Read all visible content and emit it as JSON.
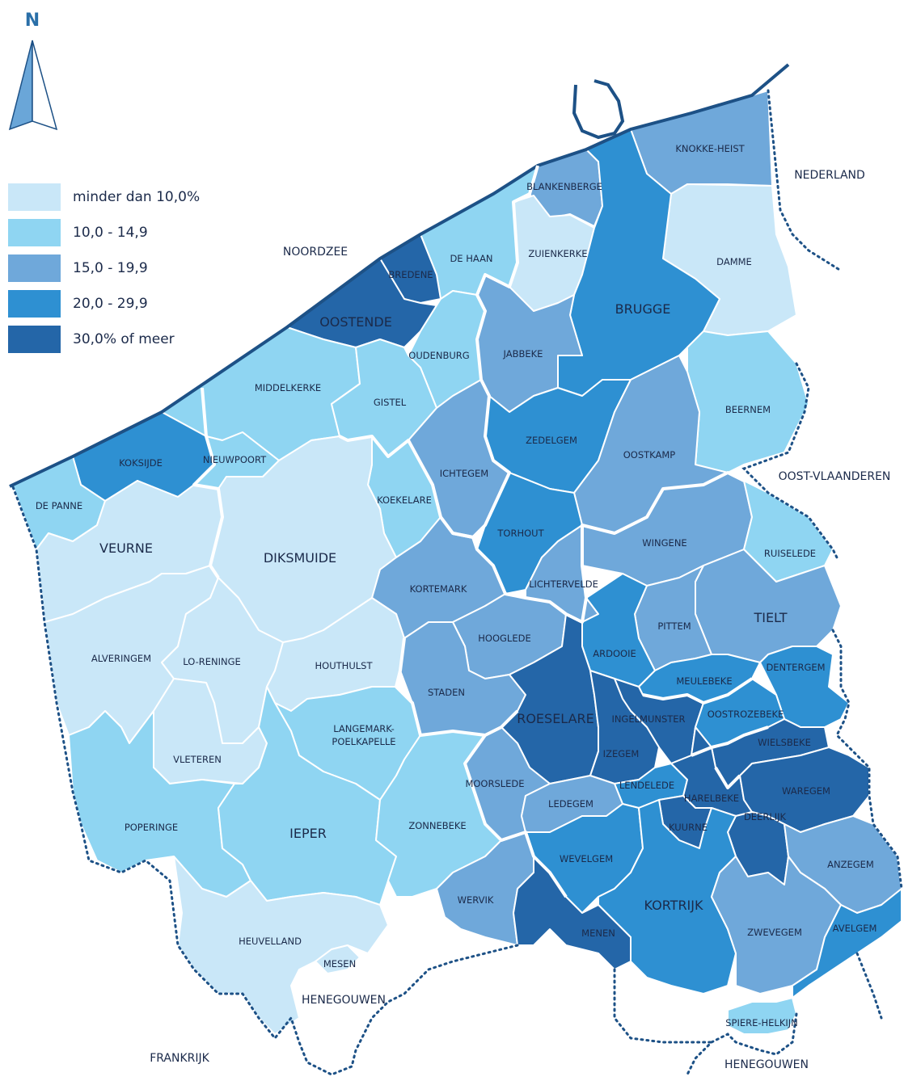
{
  "colors": {
    "c1": "#c9e7f8",
    "c2": "#8fd5f2",
    "c3": "#6fa8da",
    "c4": "#2e90d2",
    "c5": "#2466a8",
    "border": "#1d5186"
  },
  "north_label": "N",
  "legend": [
    {
      "label": "minder dan 10,0%",
      "color": "#c9e7f8"
    },
    {
      "label": "10,0 - 14,9",
      "color": "#8fd5f2"
    },
    {
      "label": "15,0 - 19,9",
      "color": "#6fa8da"
    },
    {
      "label": "20,0 - 29,9",
      "color": "#2e90d2"
    },
    {
      "label": "30,0% of meer",
      "color": "#2466a8"
    }
  ],
  "regions": {
    "noordzee": "NOORDZEE",
    "nederland": "NEDERLAND",
    "oost_vlaanderen": "OOST-VLAANDEREN",
    "henegouwen_west": "HENEGOUWEN",
    "henegouwen_east": "HENEGOUWEN",
    "frankrijk": "FRANKRIJK"
  },
  "municipalities": {
    "knokke_heist": {
      "name": "KNOKKE-HEIST",
      "class": 3
    },
    "blankenberge": {
      "name": "BLANKENBERGE",
      "class": 3
    },
    "zuienkerke": {
      "name": "ZUIENKERKE",
      "class": 1
    },
    "damme": {
      "name": "DAMME",
      "class": 1
    },
    "brugge": {
      "name": "BRUGGE",
      "class": 4
    },
    "de_haan": {
      "name": "DE HAAN",
      "class": 2
    },
    "bredene": {
      "name": "BREDENE",
      "class": 5
    },
    "oostende": {
      "name": "OOSTENDE",
      "class": 5
    },
    "oudenburg": {
      "name": "OUDENBURG",
      "class": 2
    },
    "jabbeke": {
      "name": "JABBEKE",
      "class": 3
    },
    "beernem": {
      "name": "BEERNEM",
      "class": 2
    },
    "middelkerke": {
      "name": "MIDDELKERKE",
      "class": 2
    },
    "gistel": {
      "name": "GISTEL",
      "class": 2
    },
    "zedelgem": {
      "name": "ZEDELGEM",
      "class": 4
    },
    "oostkamp": {
      "name": "OOSTKAMP",
      "class": 3
    },
    "koksijde": {
      "name": "KOKSIJDE",
      "class": 4
    },
    "nieuwpoort": {
      "name": "NIEUWPOORT",
      "class": 2
    },
    "ichtegem": {
      "name": "ICHTEGEM",
      "class": 3
    },
    "de_panne": {
      "name": "DE PANNE",
      "class": 2
    },
    "koekelare": {
      "name": "KOEKELARE",
      "class": 2
    },
    "torhout": {
      "name": "TORHOUT",
      "class": 4
    },
    "wingene": {
      "name": "WINGENE",
      "class": 3
    },
    "ruiselede": {
      "name": "RUISELEDE",
      "class": 2
    },
    "veurne": {
      "name": "VEURNE",
      "class": 1
    },
    "diksmuide": {
      "name": "DIKSMUIDE",
      "class": 1
    },
    "kortemark": {
      "name": "KORTEMARK",
      "class": 3
    },
    "lichtervelde": {
      "name": "LICHTERVELDE",
      "class": 3
    },
    "tielt": {
      "name": "TIELT",
      "class": 3
    },
    "pittem": {
      "name": "PITTEM",
      "class": 3
    },
    "alveringem": {
      "name": "ALVERINGEM",
      "class": 1
    },
    "lo_reninge": {
      "name": "LO-RENINGE",
      "class": 1
    },
    "houthulst": {
      "name": "HOUTHULST",
      "class": 1
    },
    "hooglede": {
      "name": "HOOGLEDE",
      "class": 3
    },
    "ardooie": {
      "name": "ARDOOIE",
      "class": 4
    },
    "meulebeke": {
      "name": "MEULEBEKE",
      "class": 4
    },
    "dentergem": {
      "name": "DENTERGEM",
      "class": 4
    },
    "staden": {
      "name": "STADEN",
      "class": 3
    },
    "roeselare": {
      "name": "ROESELARE",
      "class": 5
    },
    "ingelmunster": {
      "name": "INGELMUNSTER",
      "class": 5
    },
    "oostrozebeke": {
      "name": "OOSTROZEBEKE",
      "class": 4
    },
    "langemark": {
      "name": "LANGEMARK-\nPOELKAPELLE",
      "class": 2
    },
    "vleteren": {
      "name": "VLETEREN",
      "class": 1
    },
    "izegem": {
      "name": "IZEGEM",
      "class": 5
    },
    "wielsbeke": {
      "name": "WIELSBEKE",
      "class": 5
    },
    "moorslede": {
      "name": "MOORSLEDE",
      "class": 3
    },
    "lendelede": {
      "name": "LENDELEDE",
      "class": 4
    },
    "harelbeke": {
      "name": "HARELBEKE",
      "class": 5
    },
    "waregem": {
      "name": "WAREGEM",
      "class": 5
    },
    "ledegem": {
      "name": "LEDEGEM",
      "class": 3
    },
    "kuurne": {
      "name": "KUURNE",
      "class": 5
    },
    "deerlijk": {
      "name": "DEERLIJK",
      "class": 5
    },
    "poperinge": {
      "name": "POPERINGE",
      "class": 2
    },
    "ieper": {
      "name": "IEPER",
      "class": 2
    },
    "zonnebeke": {
      "name": "ZONNEBEKE",
      "class": 2
    },
    "wevelgem": {
      "name": "WEVELGEM",
      "class": 4
    },
    "anzegem": {
      "name": "ANZEGEM",
      "class": 3
    },
    "wervik": {
      "name": "WERVIK",
      "class": 3
    },
    "kortrijk": {
      "name": "KORTRIJK",
      "class": 4
    },
    "zwevegem": {
      "name": "ZWEVEGEM",
      "class": 3
    },
    "avelgem": {
      "name": "AVELGEM",
      "class": 4
    },
    "menen": {
      "name": "MENEN",
      "class": 5
    },
    "heuvelland": {
      "name": "HEUVELLAND",
      "class": 1
    },
    "mesen": {
      "name": "MESEN",
      "class": 1
    },
    "spiere_helkijn": {
      "name": "SPIERE-HELKIJN",
      "class": 2
    }
  }
}
